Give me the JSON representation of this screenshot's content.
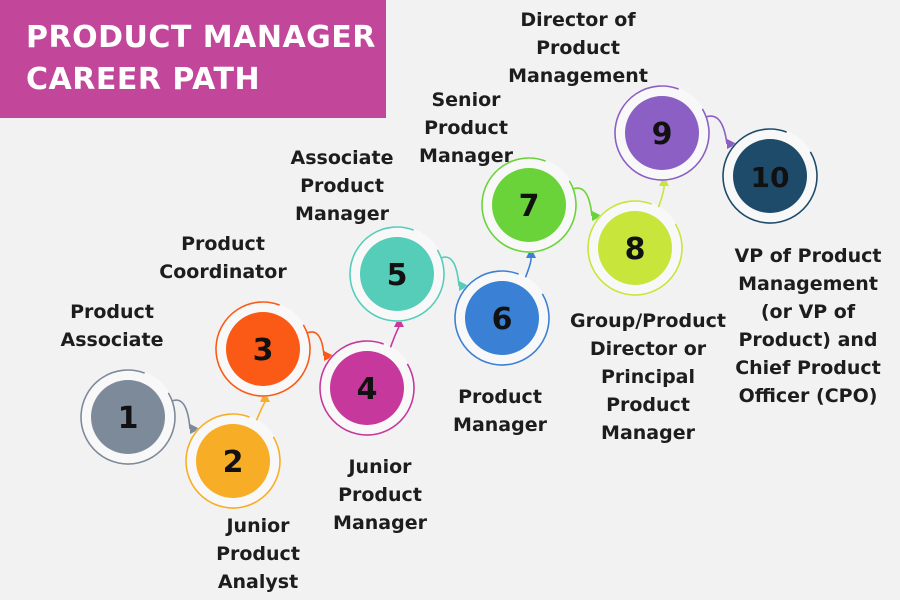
{
  "title": {
    "line1": "PRODUCT MANAGER",
    "line2": "CAREER PATH"
  },
  "colors": {
    "banner": "#c2479b",
    "background": "#f2f2f2",
    "text": "#1d1d1d",
    "number_text": "#111111"
  },
  "steps": [
    {
      "number": "1",
      "label": "Product\nAssociate",
      "color": "#7c8a9a"
    },
    {
      "number": "2",
      "label": "Junior\nProduct\nAnalyst",
      "color": "#f8ad26"
    },
    {
      "number": "3",
      "label": "Product\nCoordinator",
      "color": "#fb5a16"
    },
    {
      "number": "4",
      "label": "Junior\nProduct\nManager",
      "color": "#c6389b"
    },
    {
      "number": "5",
      "label": "Associate\nProduct\nManager",
      "color": "#56cdb9"
    },
    {
      "number": "6",
      "label": "Product\nManager",
      "color": "#3a80d4"
    },
    {
      "number": "7",
      "label": "Senior\nProduct\nManager",
      "color": "#6bd33a"
    },
    {
      "number": "8",
      "label": "Group/Product\nDirector or\nPrincipal\nProduct\nManager",
      "color": "#c7e53a"
    },
    {
      "number": "9",
      "label": "Director of\nProduct\nManagement",
      "color": "#8b5fc4"
    },
    {
      "number": "10",
      "label": "VP of Product\nManagement\n(or VP of\nProduct) and\nChief Product\nOfficer (CPO)",
      "color": "#1f4b6b"
    }
  ]
}
